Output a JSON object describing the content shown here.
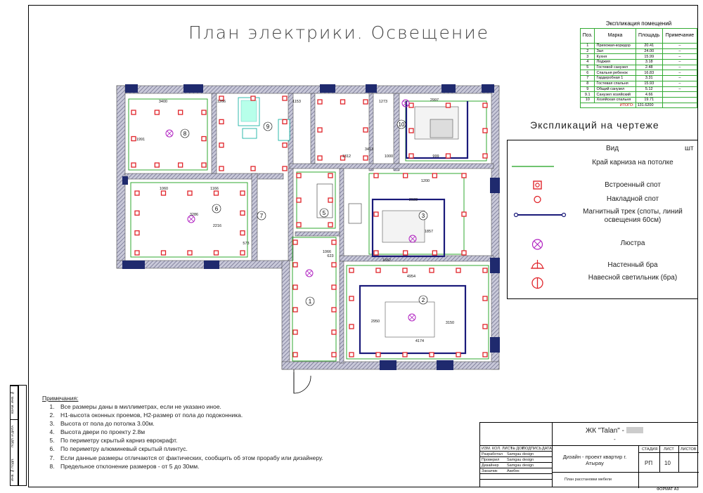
{
  "title": "План электрики. Освещение",
  "room_table": {
    "caption": "Экспликация помещений",
    "headers": [
      "Поз.",
      "Марка",
      "Площадь",
      "Примечание"
    ],
    "rows": [
      [
        "1",
        "Прихожая-коридор",
        "20.41",
        "–"
      ],
      [
        "2",
        "Зал",
        "24.00",
        "–"
      ],
      [
        "3",
        "Кухня",
        "15.99",
        "–"
      ],
      [
        "4",
        "Лоджия",
        "3.18",
        "–"
      ],
      [
        "5",
        "Гостевой санузел",
        "2.48",
        "–"
      ],
      [
        "6",
        "Спальня ребенок",
        "16.83",
        "–"
      ],
      [
        "7",
        "Гардеробная 1",
        "3.31",
        "–"
      ],
      [
        "8",
        "Гостевая спальня",
        "15.93",
        "–"
      ],
      [
        "9",
        "Общий санузел",
        "5.12",
        "–"
      ],
      [
        "9.1",
        "Санузел хозяйский",
        "4.66",
        ""
      ],
      [
        "10",
        "Хозяйская спальня",
        "19.71",
        ""
      ]
    ],
    "total_label": "ИТОГО:",
    "total_value": "131.6200"
  },
  "legend": {
    "title": "Экспликаций на чертеже",
    "col_kind": "Вид",
    "col_qty": "шт",
    "items": [
      {
        "label": "Край карниза на потолке",
        "icon": "cornice-line-icon"
      },
      {
        "label": "Встроенный спот",
        "icon": "recessed-spot-icon"
      },
      {
        "label": "Накладной спот",
        "icon": "surface-spot-icon"
      },
      {
        "label": "Магнитный трек (споты, линий освещения 60см)",
        "icon": "magnetic-track-icon"
      },
      {
        "label": "Люстра",
        "icon": "chandelier-icon"
      },
      {
        "label": "Настенный бра",
        "icon": "wall-sconce-icon"
      },
      {
        "label": "Навесной светильник (бра)",
        "icon": "pendant-lamp-icon"
      }
    ]
  },
  "notes": {
    "title": "Примечания:",
    "items": [
      "Все размеры даны в миллиметрах, если не указано иное.",
      "H1-высота оконных проемов, H2-размер от пола до подоконника.",
      "Высота от пола до потолка 3.00м.",
      "Высота двери по проекту 2.8м",
      "По периметру скрытый карниз еврокрафт.",
      "По периметру алюминевый скрытый плинтус.",
      "Если данные размеры отличаются от фактических, сообщить об этом прорабу или дизайнеру.",
      "Предельное отклонение размеров - от 5 до 30мм."
    ]
  },
  "title_block": {
    "project": "ЖК \"Talan\" - ",
    "dash": "-",
    "header_cells": [
      "ИЗМ.",
      "КОЛ.",
      "ЛИСТ",
      "№ ДОК",
      "ПОДПИСЬ",
      "ДАТА"
    ],
    "roles": [
      {
        "role": "Разработал",
        "name": "Samgau design"
      },
      {
        "role": "Проверил",
        "name": "Samgau design"
      },
      {
        "role": "Дизайнер",
        "name": "Samgau design"
      },
      {
        "role": "Заказчик",
        "name": "Акибек"
      }
    ],
    "description": "Дизайн - проект квартир г. Атырау",
    "sheet_name": "План расстановки мебели",
    "stage_label": "СТАДИЯ",
    "sheet_label": "ЛИСТ",
    "sheets_label": "ЛИСТОВ",
    "stage": "РП",
    "sheet": "10",
    "format": "ФОРМАТ А3"
  },
  "side_stamp": [
    "ИНВ. № ПОДЛ.",
    "ПОДП. И ДАТА",
    "ВЗАМ. ИНВ. №"
  ],
  "rooms": [
    "1",
    "2",
    "3",
    "5",
    "6",
    "7",
    "8",
    "9",
    "10"
  ],
  "dimensions": [
    "3400",
    "1266",
    "1153",
    "1273",
    "2997",
    "1991",
    "3413",
    "1312",
    "1000",
    "999",
    "1060",
    "1166",
    "3286",
    "2216",
    "2928",
    "1857",
    "1652",
    "1066",
    "4954",
    "2950",
    "3150",
    "4174",
    "1200",
    "623",
    "573"
  ],
  "colors": {
    "spot": "#e0242a",
    "wall": "#7a7a9e",
    "track": "#1a1a7a",
    "cornice": "#1aa01a",
    "chandelier": "#b020c0",
    "window": "#1f2a6e"
  }
}
